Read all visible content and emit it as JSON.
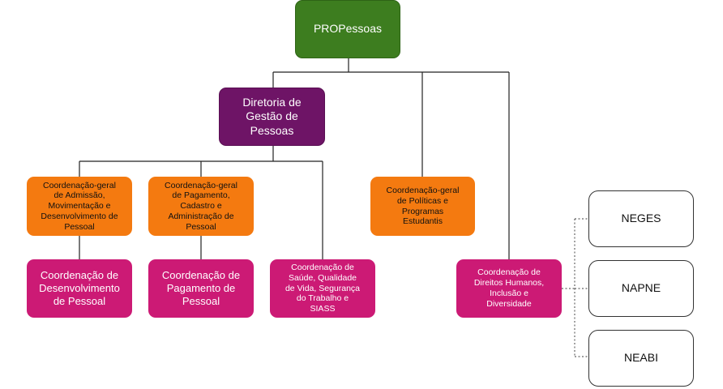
{
  "org_chart": {
    "root": {
      "label": "PROPessoas",
      "color": "#3d7d1f"
    },
    "directorate": {
      "label": "Diretoria de\nGestão de\nPessoas",
      "color": "#6e1466"
    },
    "general_coordinations": [
      {
        "id": "cg-admissao",
        "label": "Coordenação-geral\nde Admissão,\nMovimentação e\nDesenvolvimento de\nPessoal"
      },
      {
        "id": "cg-pagamento",
        "label": "Coordenação-geral\nde Pagamento,\nCadastro e\nAdministração de\nPessoal"
      },
      {
        "id": "cg-politicas",
        "label": "Coordenação-geral\nde Políticas e\nProgramas\nEstudantis"
      }
    ],
    "coordinations": [
      {
        "id": "c-desenvolvimento",
        "label": "Coordenação de\nDesenvolvimento\nde Pessoal"
      },
      {
        "id": "c-pagamento",
        "label": "Coordenação de\nPagamento de\nPessoal"
      },
      {
        "id": "c-saude",
        "label": "Coordenação de\nSaúde, Qualidade\nde Vida, Segurança\ndo Trabalho e\nSIASS"
      },
      {
        "id": "c-direitos",
        "label": "Coordenação de\nDireitos Humanos,\nInclusão e\nDiversidade"
      }
    ],
    "nuclei": [
      {
        "id": "neges",
        "label": "NEGES"
      },
      {
        "id": "napne",
        "label": "NAPNE"
      },
      {
        "id": "neabi",
        "label": "NEABI"
      }
    ],
    "colors": {
      "general_coordination": "#f47a10",
      "coordination": "#cc1a75",
      "nucleus_border": "#333333",
      "line": "#222222"
    }
  }
}
